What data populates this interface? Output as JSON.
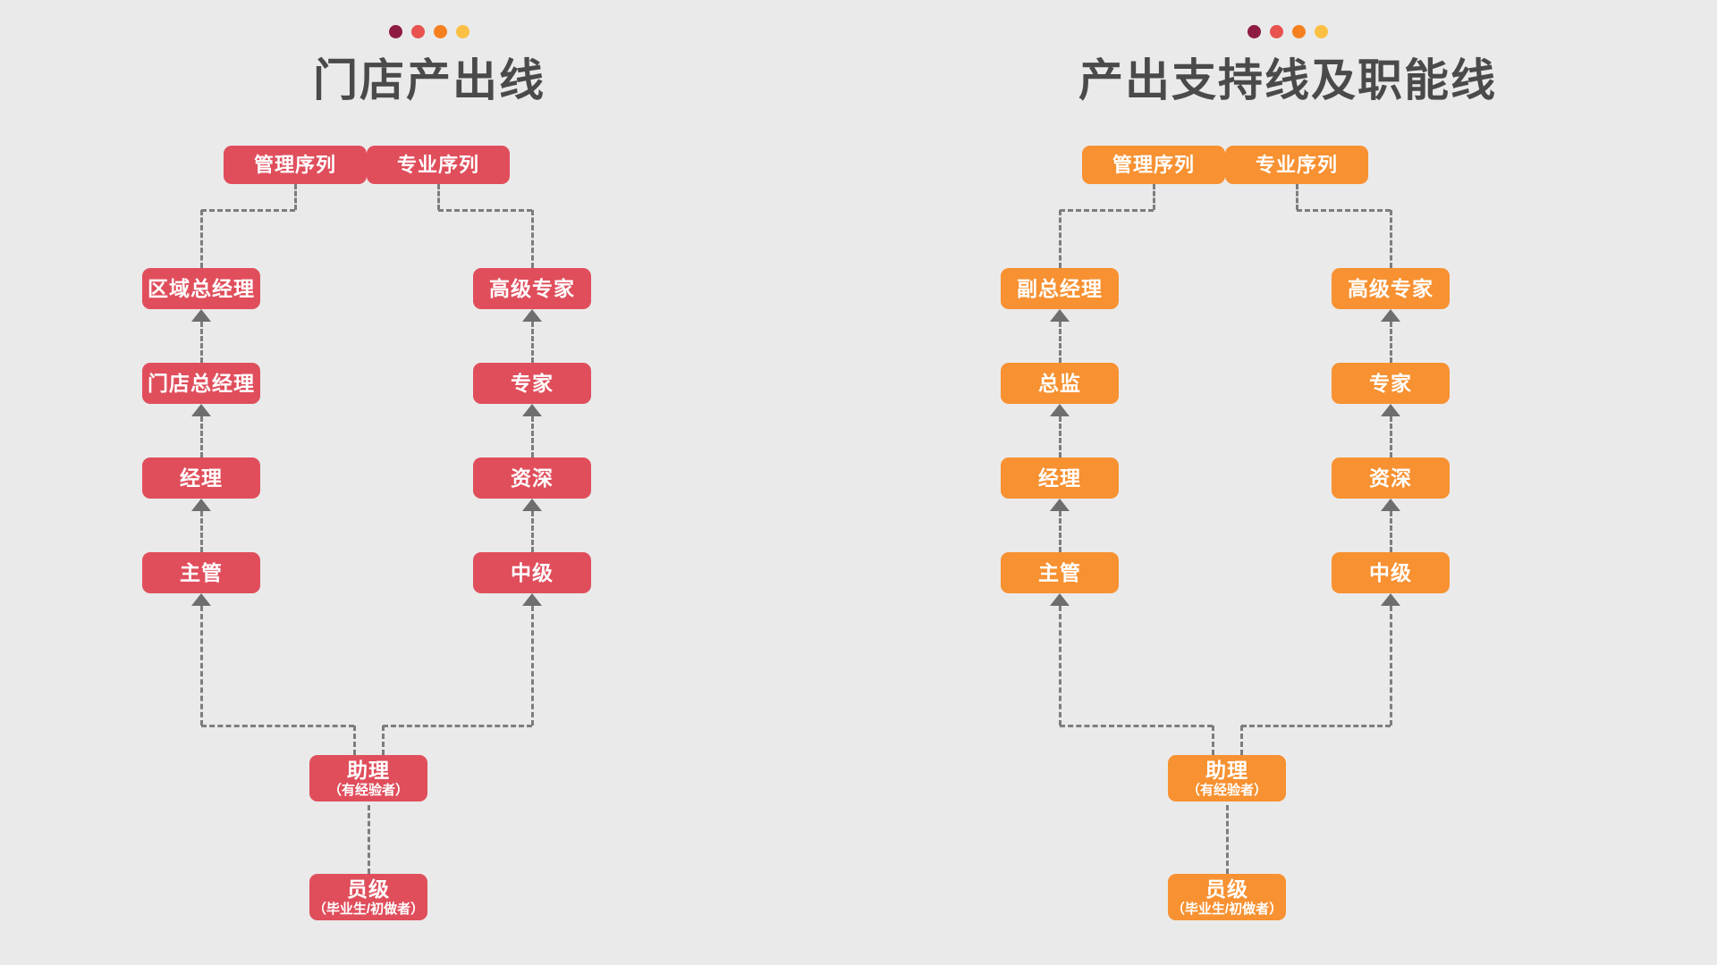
{
  "page": {
    "background": "#eaeaea",
    "title_color": "#4a4a4a",
    "connector_color": "#7d7d7d"
  },
  "decoration": {
    "dot_colors": [
      "#8e1c42",
      "#e8534f",
      "#f58020",
      "#fbc043"
    ],
    "dot_count": 4
  },
  "panels": [
    {
      "id": "store-output-line",
      "title": "门店产出线",
      "accent": "#e04e5c",
      "sequences": [
        {
          "id": "management",
          "label": "管理序列"
        },
        {
          "id": "professional",
          "label": "专业序列"
        }
      ],
      "columns": [
        {
          "id": "management-track",
          "sequence": "管理序列",
          "ranks": [
            "区域总经理",
            "门店总经理",
            "经理",
            "主管"
          ]
        },
        {
          "id": "professional-track",
          "sequence": "专业序列",
          "ranks": [
            "高级专家",
            "专家",
            "资深",
            "中级"
          ]
        }
      ],
      "base_nodes": [
        {
          "id": "assistant",
          "title": "助理",
          "subtitle": "（有经验者）"
        },
        {
          "id": "entry",
          "title": "员级",
          "subtitle": "（毕业生/初做者）"
        }
      ]
    },
    {
      "id": "output-support-and-function-line",
      "title": "产出支持线及职能线",
      "accent": "#f79131",
      "sequences": [
        {
          "id": "management",
          "label": "管理序列"
        },
        {
          "id": "professional",
          "label": "专业序列"
        }
      ],
      "columns": [
        {
          "id": "management-track",
          "sequence": "管理序列",
          "ranks": [
            "副总经理",
            "总监",
            "经理",
            "主管"
          ]
        },
        {
          "id": "professional-track",
          "sequence": "专业序列",
          "ranks": [
            "高级专家",
            "专家",
            "资深",
            "中级"
          ]
        }
      ],
      "base_nodes": [
        {
          "id": "assistant",
          "title": "助理",
          "subtitle": "（有经验者）"
        },
        {
          "id": "entry",
          "title": "员级",
          "subtitle": "（毕业生/初做者）"
        }
      ]
    }
  ]
}
